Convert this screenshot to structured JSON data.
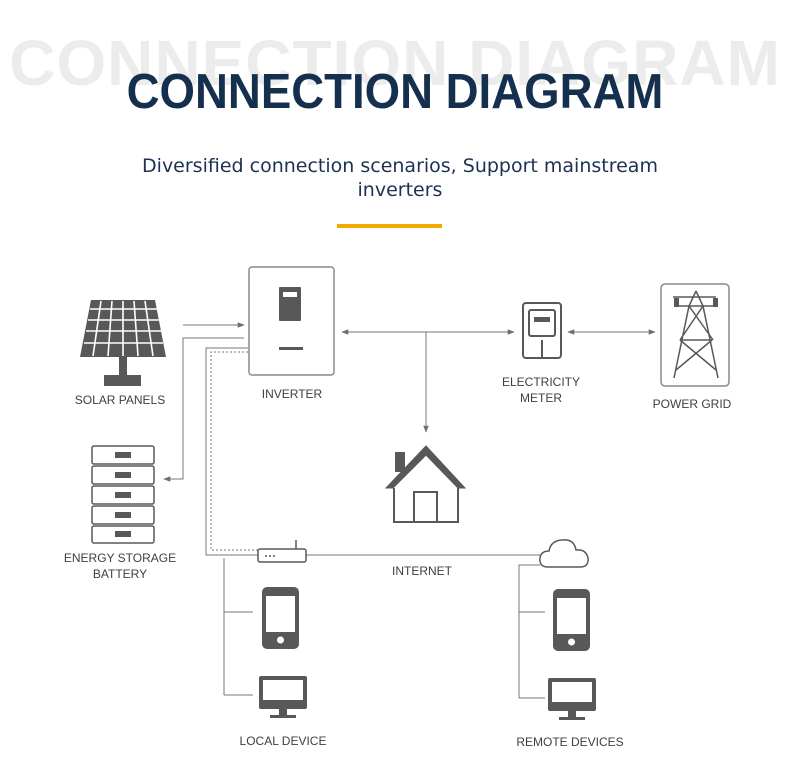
{
  "header": {
    "watermark": "CONNECTION DIAGRAM",
    "title": "CONNECTION DIAGRAM",
    "subtitle_line1": "Diversified connection scenarios, Support mainstream",
    "subtitle_line2": "inverters",
    "accent_color": "#f2a900",
    "title_color": "#15304e"
  },
  "nodes": {
    "solar_panels": "SOLAR PANELS",
    "inverter": "INVERTER",
    "electricity_meter_line1": "ELECTRICITY",
    "electricity_meter_line2": "METER",
    "power_grid": "POWER GRID",
    "energy_storage_line1": "ENERGY STORAGE",
    "energy_storage_line2": "BATTERY",
    "internet": "INTERNET",
    "local_device": "LOCAL DEVICE",
    "remote_devices": "REMOTE DEVICES"
  },
  "icons": [
    "solar-panel-icon",
    "inverter-icon",
    "electricity-meter-icon",
    "power-tower-icon",
    "battery-stack-icon",
    "house-icon",
    "router-icon",
    "cloud-icon",
    "smartphone-icon",
    "monitor-icon"
  ]
}
